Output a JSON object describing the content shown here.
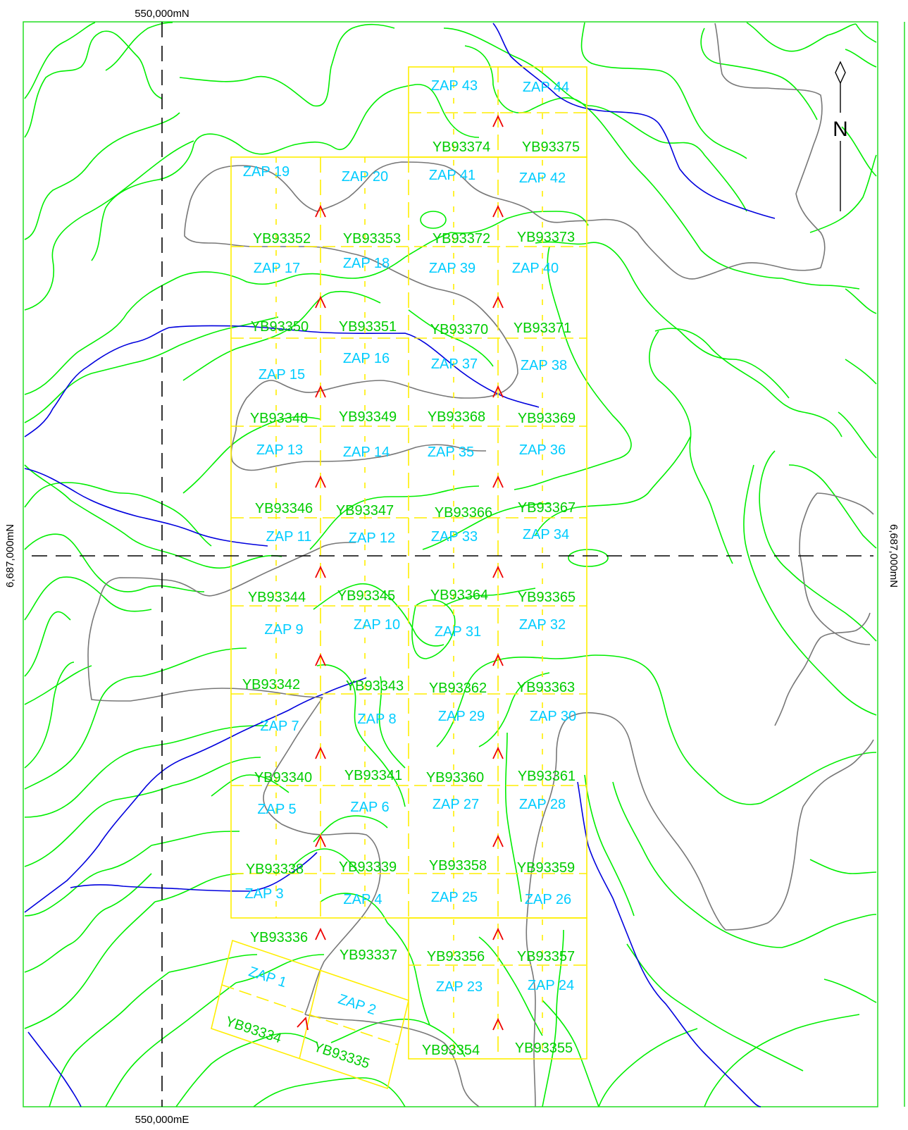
{
  "map": {
    "labels": {
      "top_grid_line": "550,000mN",
      "bottom_grid_line": "550,000mE",
      "left_grid_line": "6,687,000mN",
      "right_grid_line": "6,687,000mN"
    },
    "north_arrow": {
      "letter": "N",
      "icon": "north-arrow-icon"
    },
    "colors": {
      "contour": "#00ee00",
      "stream": "#0000dd",
      "road": "#777777",
      "grid": "#ffee00",
      "sample_id": "#00cc00",
      "zap": "#00ccff",
      "arrow": "#ee0000",
      "frame": "#22dd22"
    },
    "claim_ids": [
      "YB93374",
      "YB93375",
      "YB93352",
      "YB93353",
      "YB93372",
      "YB93373",
      "YB93350",
      "YB93351",
      "YB93370",
      "YB93371",
      "YB93348",
      "YB93349",
      "YB93368",
      "YB93369",
      "YB93346",
      "YB93347",
      "YB93366",
      "YB93367",
      "YB93344",
      "YB93345",
      "YB93364",
      "YB93365",
      "YB93342",
      "YB93343",
      "YB93362",
      "YB93363",
      "YB93340",
      "YB93341",
      "YB93360",
      "YB93361",
      "YB93338",
      "YB93339",
      "YB93358",
      "YB93359",
      "YB93336",
      "YB93337",
      "YB93356",
      "YB93357",
      "YB93334",
      "YB93335",
      "YB93354",
      "YB93355"
    ],
    "zap_labels": [
      "ZAP 43",
      "ZAP 44",
      "ZAP 19",
      "ZAP 20",
      "ZAP 41",
      "ZAP 42",
      "ZAP 17",
      "ZAP 18",
      "ZAP 39",
      "ZAP 40",
      "ZAP 15",
      "ZAP 16",
      "ZAP 37",
      "ZAP 38",
      "ZAP 13",
      "ZAP 14",
      "ZAP 35",
      "ZAP 36",
      "ZAP 11",
      "ZAP 12",
      "ZAP 33",
      "ZAP 34",
      "ZAP 9",
      "ZAP 10",
      "ZAP 31",
      "ZAP 32",
      "ZAP 7",
      "ZAP 8",
      "ZAP 29",
      "ZAP 30",
      "ZAP 5",
      "ZAP 6",
      "ZAP 27",
      "ZAP 28",
      "ZAP 3",
      "ZAP 4",
      "ZAP 25",
      "ZAP 26",
      "ZAP 1",
      "ZAP 2",
      "ZAP 23",
      "ZAP 24"
    ]
  }
}
